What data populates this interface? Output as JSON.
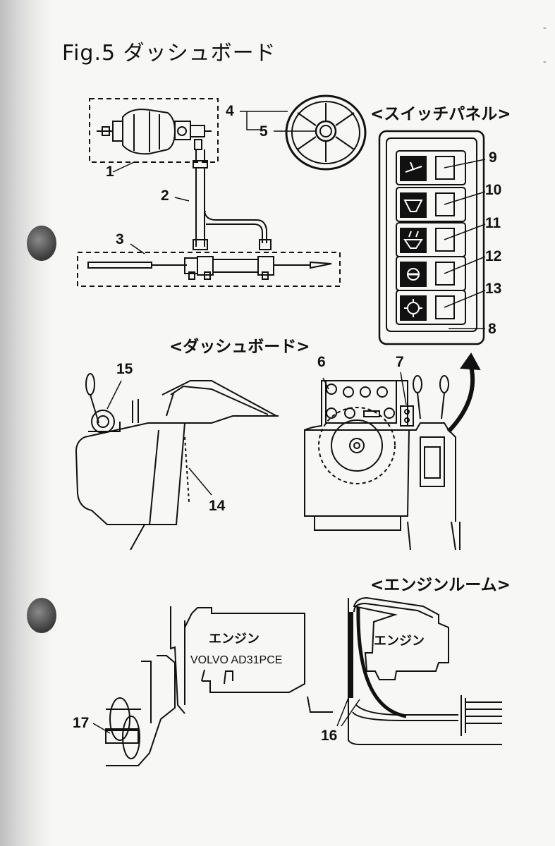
{
  "title": "Fig.5  ダッシュボード",
  "headings": {
    "switch_panel": "<スイッチパネル>",
    "dashboard": "<ダッシュボード>",
    "engine_room": "<エンジンルーム>"
  },
  "numbers": [
    "1",
    "2",
    "3",
    "4",
    "5",
    "6",
    "7",
    "8",
    "9",
    "10",
    "11",
    "12",
    "13",
    "14",
    "15",
    "16",
    "17"
  ],
  "engine": {
    "label_left": "エンジン",
    "model": "VOLVO AD31PCE",
    "label_right": "エンジン"
  },
  "margin_marks": [
    "-",
    "-"
  ]
}
